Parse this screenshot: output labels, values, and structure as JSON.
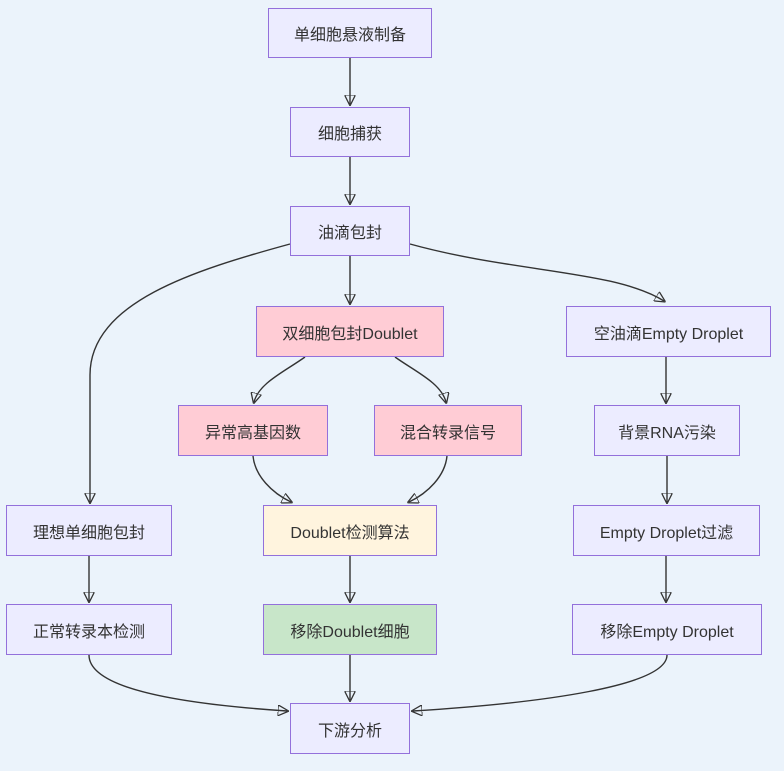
{
  "diagram": {
    "kind": "flowchart-top-down",
    "topic": "scRNA-seq droplet workflow QC",
    "nodes": {
      "prep": {
        "label": "单细胞悬液制备",
        "type": "default"
      },
      "capture": {
        "label": "细胞捕获",
        "type": "default"
      },
      "droplet": {
        "label": "油滴包封",
        "type": "default"
      },
      "doublet": {
        "label": "双细胞包封Doublet",
        "type": "problem"
      },
      "empty": {
        "label": "空油滴Empty Droplet",
        "type": "default"
      },
      "highGene": {
        "label": "异常高基因数",
        "type": "problem"
      },
      "mixedSignal": {
        "label": "混合转录信号",
        "type": "problem"
      },
      "bgRna": {
        "label": "背景RNA污染",
        "type": "default"
      },
      "ideal": {
        "label": "理想单细胞包封",
        "type": "default"
      },
      "algo": {
        "label": "Doublet检测算法",
        "type": "process"
      },
      "edFilter": {
        "label": "Empty Droplet过滤",
        "type": "default"
      },
      "normal": {
        "label": "正常转录本检测",
        "type": "default"
      },
      "removeDoublet": {
        "label": "移除Doublet细胞",
        "type": "success"
      },
      "removeEmpty": {
        "label": "移除Empty Droplet",
        "type": "default"
      },
      "downstream": {
        "label": "下游分析",
        "type": "default"
      }
    },
    "edges": [
      {
        "from": "prep",
        "to": "capture"
      },
      {
        "from": "capture",
        "to": "droplet"
      },
      {
        "from": "droplet",
        "to": "doublet"
      },
      {
        "from": "droplet",
        "to": "ideal"
      },
      {
        "from": "droplet",
        "to": "empty"
      },
      {
        "from": "doublet",
        "to": "highGene"
      },
      {
        "from": "doublet",
        "to": "mixedSignal"
      },
      {
        "from": "highGene",
        "to": "algo"
      },
      {
        "from": "mixedSignal",
        "to": "algo"
      },
      {
        "from": "empty",
        "to": "bgRna"
      },
      {
        "from": "bgRna",
        "to": "edFilter"
      },
      {
        "from": "ideal",
        "to": "normal"
      },
      {
        "from": "algo",
        "to": "removeDoublet"
      },
      {
        "from": "edFilter",
        "to": "removeEmpty"
      },
      {
        "from": "normal",
        "to": "downstream"
      },
      {
        "from": "removeDoublet",
        "to": "downstream"
      },
      {
        "from": "removeEmpty",
        "to": "downstream"
      }
    ]
  },
  "colors": {
    "background": "#EBF3FB",
    "node_fill": "#ECECFF",
    "node_border": "#9370DB",
    "problem_fill": "#FFCCD5",
    "process_fill": "#FFF4DE",
    "success_fill": "#C8E6C9",
    "edge": "#333333",
    "text": "#333333"
  }
}
